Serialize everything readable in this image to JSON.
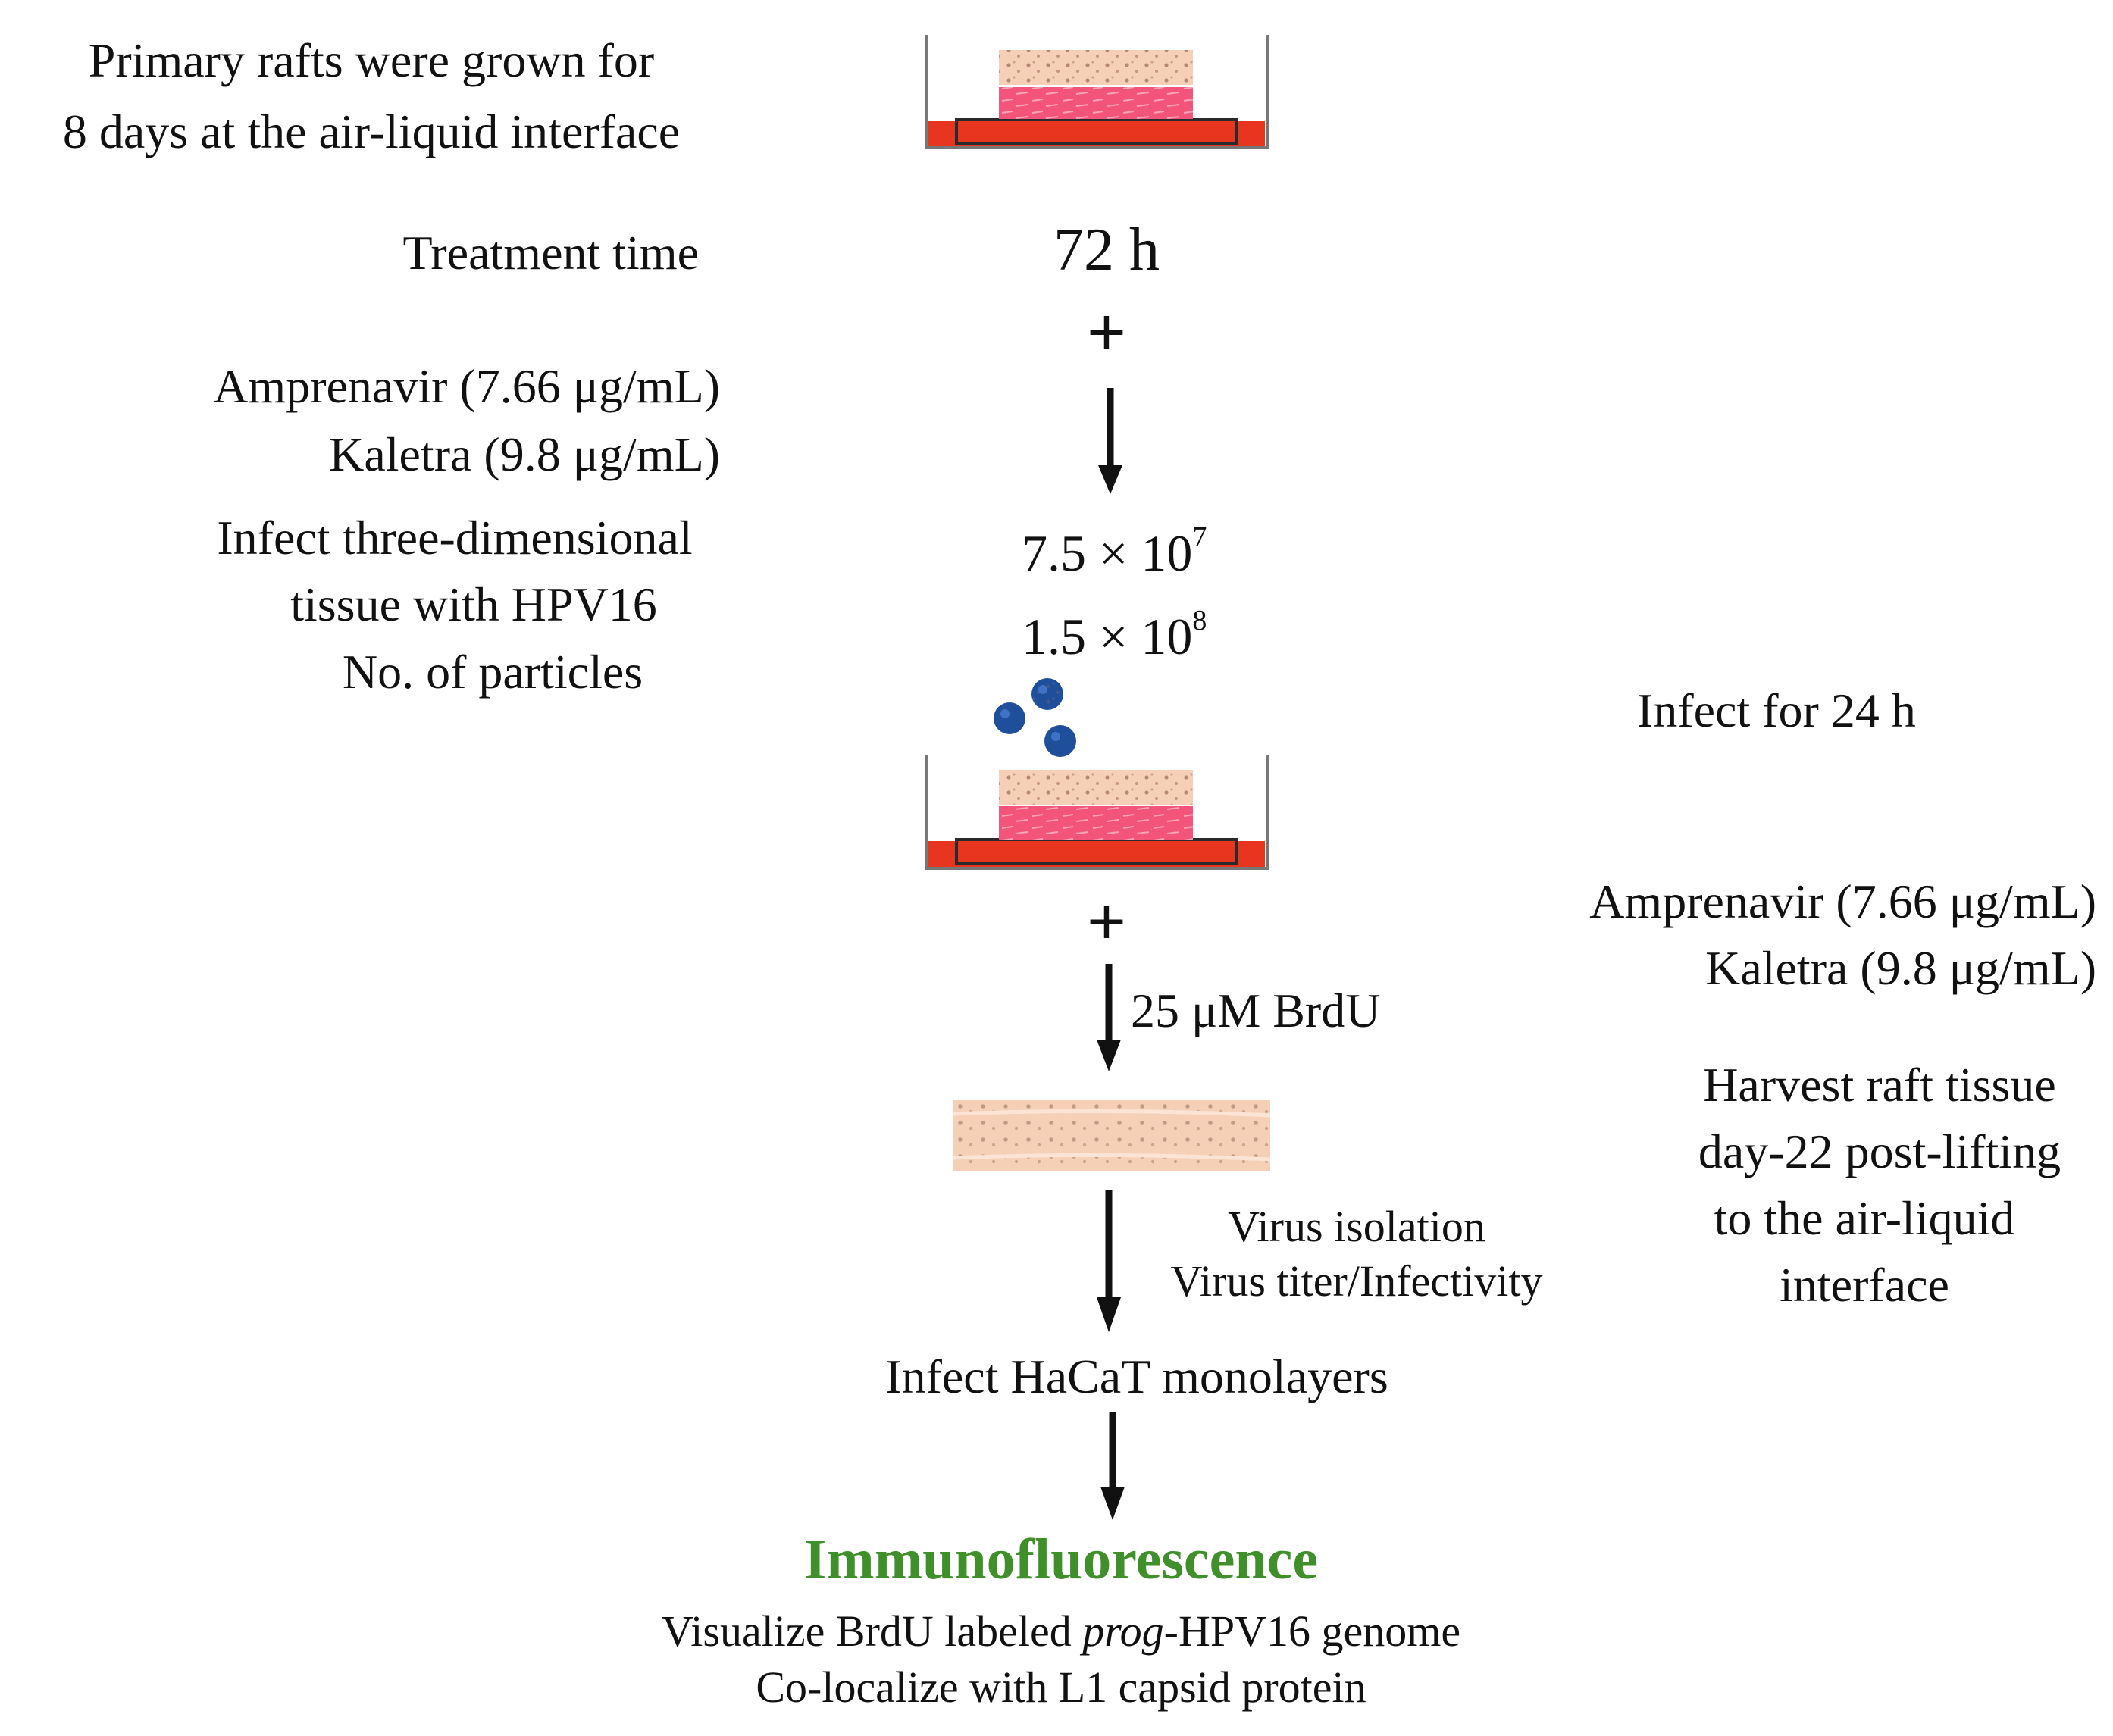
{
  "step1": {
    "line1": "Primary rafts were grown for",
    "line2": "8 days at the air-liquid interface"
  },
  "treatment": {
    "label": "Treatment time",
    "time": "72 h",
    "plus": "+",
    "drug1": "Amprenavir (7.66 μg/mL)",
    "drug2": "Kaletra (9.8 μg/mL)"
  },
  "infect": {
    "line1": "Infect three-dimensional",
    "line2": "tissue with HPV16",
    "line3": "No. of  particles",
    "dose1_base": "7.5 × 10",
    "dose1_exp": "7",
    "dose2_base": "1.5 × 10",
    "dose2_exp": "8",
    "duration": "Infect for 24 h"
  },
  "posttreat": {
    "plus": "+",
    "drug1": "Amprenavir (7.66 μg/mL)",
    "drug2": "Kaletra (9.8 μg/mL)",
    "brdu": "25 μM BrdU"
  },
  "harvest": {
    "line1": "Harvest raft tissue",
    "line2": "day-22 post-lifting",
    "line3": "to the air-liquid",
    "line4": "interface"
  },
  "virus": {
    "line1": "Virus isolation",
    "line2": "Virus titer/Infectivity"
  },
  "hacat": {
    "label": "Infect HaCaT monolayers"
  },
  "result": {
    "title": "Immunofluorescence",
    "line1_a": "Visualize BrdU labeled ",
    "line1_italic": "prog",
    "line1_b": "-HPV16 genome",
    "line2": "Co-localize with L1 capsid protein"
  },
  "colors": {
    "title_green": "#3f8f2b",
    "medium_red": "#e8351f",
    "dermis_pink": "#f2547a",
    "epidermis_tan": "#f6d0b6",
    "virus_blue": "#1f4f9a"
  }
}
